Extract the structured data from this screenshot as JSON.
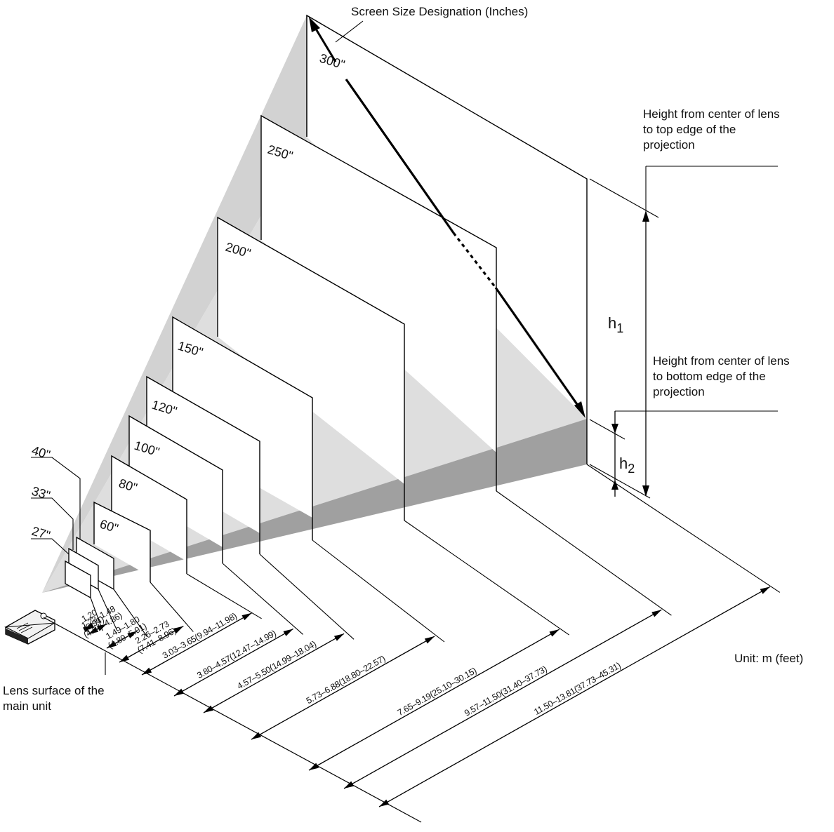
{
  "title": "Screen Size Designation (Inches)",
  "callouts": {
    "top": [
      "Height from center of lens",
      "to top edge of the",
      "projection"
    ],
    "bottom": [
      "Height from center of lens",
      "to bottom edge of the",
      "projection"
    ],
    "lens": [
      "Lens surface of the",
      "main unit"
    ],
    "unit": "Unit: m (feet)"
  },
  "heights": {
    "h1_main": "h",
    "h1_sub": "1",
    "h2_main": "h",
    "h2_sub": "2"
  },
  "screens": [
    {
      "size": "27\"",
      "distance": "1.20\n(3.94)"
    },
    {
      "size": "33\"",
      "distance": "1.23–1.48\n(4.04–4.86)"
    },
    {
      "size": "40\"",
      "distance": "1.49–1.80\n(4.89–5.91)"
    },
    {
      "size": "60\"",
      "distance": "2.26–2.73\n(7.41–8.96)"
    },
    {
      "size": "80\"",
      "distance": "3.03–3.65(9.94–11.98)"
    },
    {
      "size": "100\"",
      "distance": "3.80–4.57(12.47–14.99)"
    },
    {
      "size": "120\"",
      "distance": "4.57–5.50(14.99–18.04)"
    },
    {
      "size": "150\"",
      "distance": "5.73–6.88(18.80–22.57)"
    },
    {
      "size": "200\"",
      "distance": "7.65–9.19(25.10–30.15)"
    },
    {
      "size": "250\"",
      "distance": "9.57–11.50(31.40–37.73)"
    },
    {
      "size": "300\"",
      "distance": "11.50–13.81(37.73–45.31)"
    }
  ]
}
